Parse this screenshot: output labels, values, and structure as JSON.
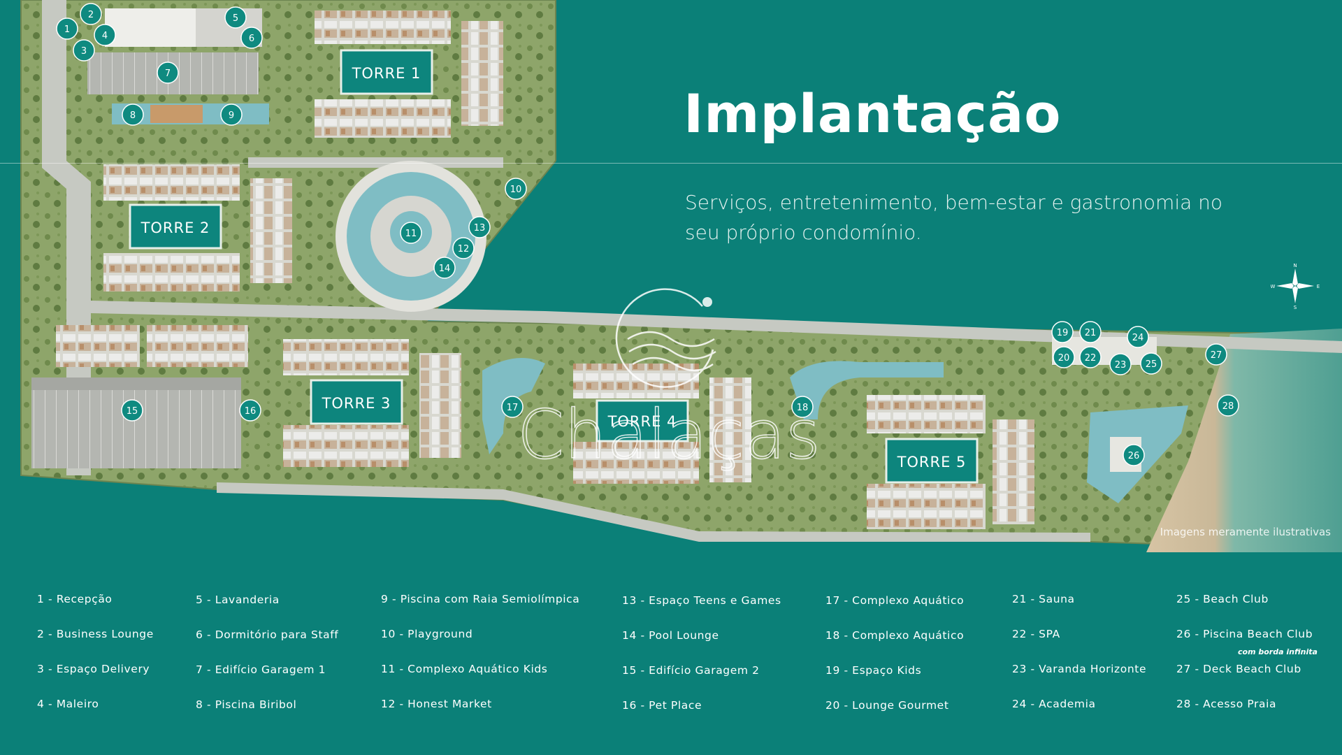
{
  "header": {
    "title": "Implantação",
    "subtitle": "Serviços, entretenimento, bem-estar e gastronomia no seu próprio condomínio."
  },
  "disclaimer": "Imagens meramente ilustrativas",
  "logo_text": "Chalaças",
  "compass": {
    "n": "N",
    "s": "S",
    "e": "E",
    "w": "W"
  },
  "towers": [
    {
      "label": "TORRE 1"
    },
    {
      "label": "TORRE 2"
    },
    {
      "label": "TORRE 3"
    },
    {
      "label": "TORRE 4"
    },
    {
      "label": "TORRE 5"
    }
  ],
  "markers": [
    "1",
    "2",
    "3",
    "4",
    "5",
    "6",
    "7",
    "8",
    "9",
    "10",
    "11",
    "12",
    "13",
    "14",
    "15",
    "16",
    "17",
    "18",
    "19",
    "20",
    "21",
    "22",
    "23",
    "24",
    "25",
    "26",
    "27",
    "28"
  ],
  "legend": [
    {
      "items": [
        "1 - Recepção",
        "2 - Business Lounge",
        "3 - Espaço Delivery",
        "4 - Maleiro"
      ]
    },
    {
      "items": [
        "5 - Lavanderia",
        "6 - Dormitório para Staff",
        "7 - Edifício Garagem 1",
        "8 - Piscina Biribol"
      ]
    },
    {
      "items": [
        "9  - Piscina com Raia Semiolímpica",
        "10 - Playground",
        "11  - Complexo Aquático Kids",
        "12 - Honest Market"
      ]
    },
    {
      "items": [
        "13 - Espaço Teens e Games",
        "14 - Pool Lounge",
        "15 - Edifício Garagem 2",
        "16 - Pet Place"
      ]
    },
    {
      "items": [
        "17 - Complexo Aquático",
        "18 - Complexo Aquático",
        "19 - Espaço Kids",
        "20 - Lounge Gourmet"
      ]
    },
    {
      "items": [
        "21 - Sauna",
        "22 - SPA",
        "23 - Varanda Horizonte",
        "24 - Academia"
      ]
    },
    {
      "items": [
        "25 - Beach Club",
        "26 - Piscina Beach Club",
        "27 - Deck Beach Club",
        "28 - Acesso Praia"
      ],
      "note": "com borda infinita"
    }
  ],
  "colors": {
    "background": "#0b8078",
    "marker": "#0f8a80",
    "tower_label_bg": "#0d857d",
    "land": "#8ea56a",
    "paving": "#c6c9c2",
    "sand": "#d9c8ae",
    "sea": "#6fb3a6"
  }
}
